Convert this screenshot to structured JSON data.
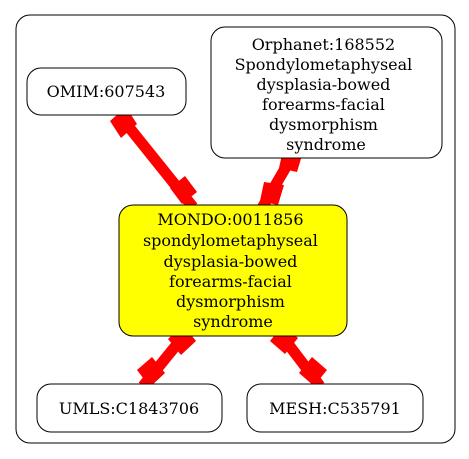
{
  "diagram": {
    "colors": {
      "background": "#ffffff",
      "outline": "#000000",
      "edge": "#ff0000",
      "center_fill": "#ffff00",
      "node_fill": "#ffffff"
    },
    "nodes": {
      "omim": {
        "lines": [
          "OMIM:607543"
        ]
      },
      "orphanet": {
        "lines": [
          "Orphanet:168552",
          "Spondylometaphyseal",
          "dysplasia-bowed",
          "forearms-facial",
          "dysmorphism",
          "syndrome"
        ]
      },
      "mondo": {
        "lines": [
          "MONDO:0011856",
          "spondylometaphyseal",
          "dysplasia-bowed",
          "forearms-facial",
          "dysmorphism",
          "syndrome"
        ]
      },
      "umls": {
        "lines": [
          "UMLS:C1843706"
        ]
      },
      "mesh": {
        "lines": [
          "MESH:C535791"
        ]
      }
    },
    "edges": [
      {
        "from": "omim",
        "to": "mondo"
      },
      {
        "from": "orphanet",
        "to": "mondo"
      },
      {
        "from": "mondo",
        "to": "umls"
      },
      {
        "from": "mondo",
        "to": "mesh"
      }
    ]
  }
}
